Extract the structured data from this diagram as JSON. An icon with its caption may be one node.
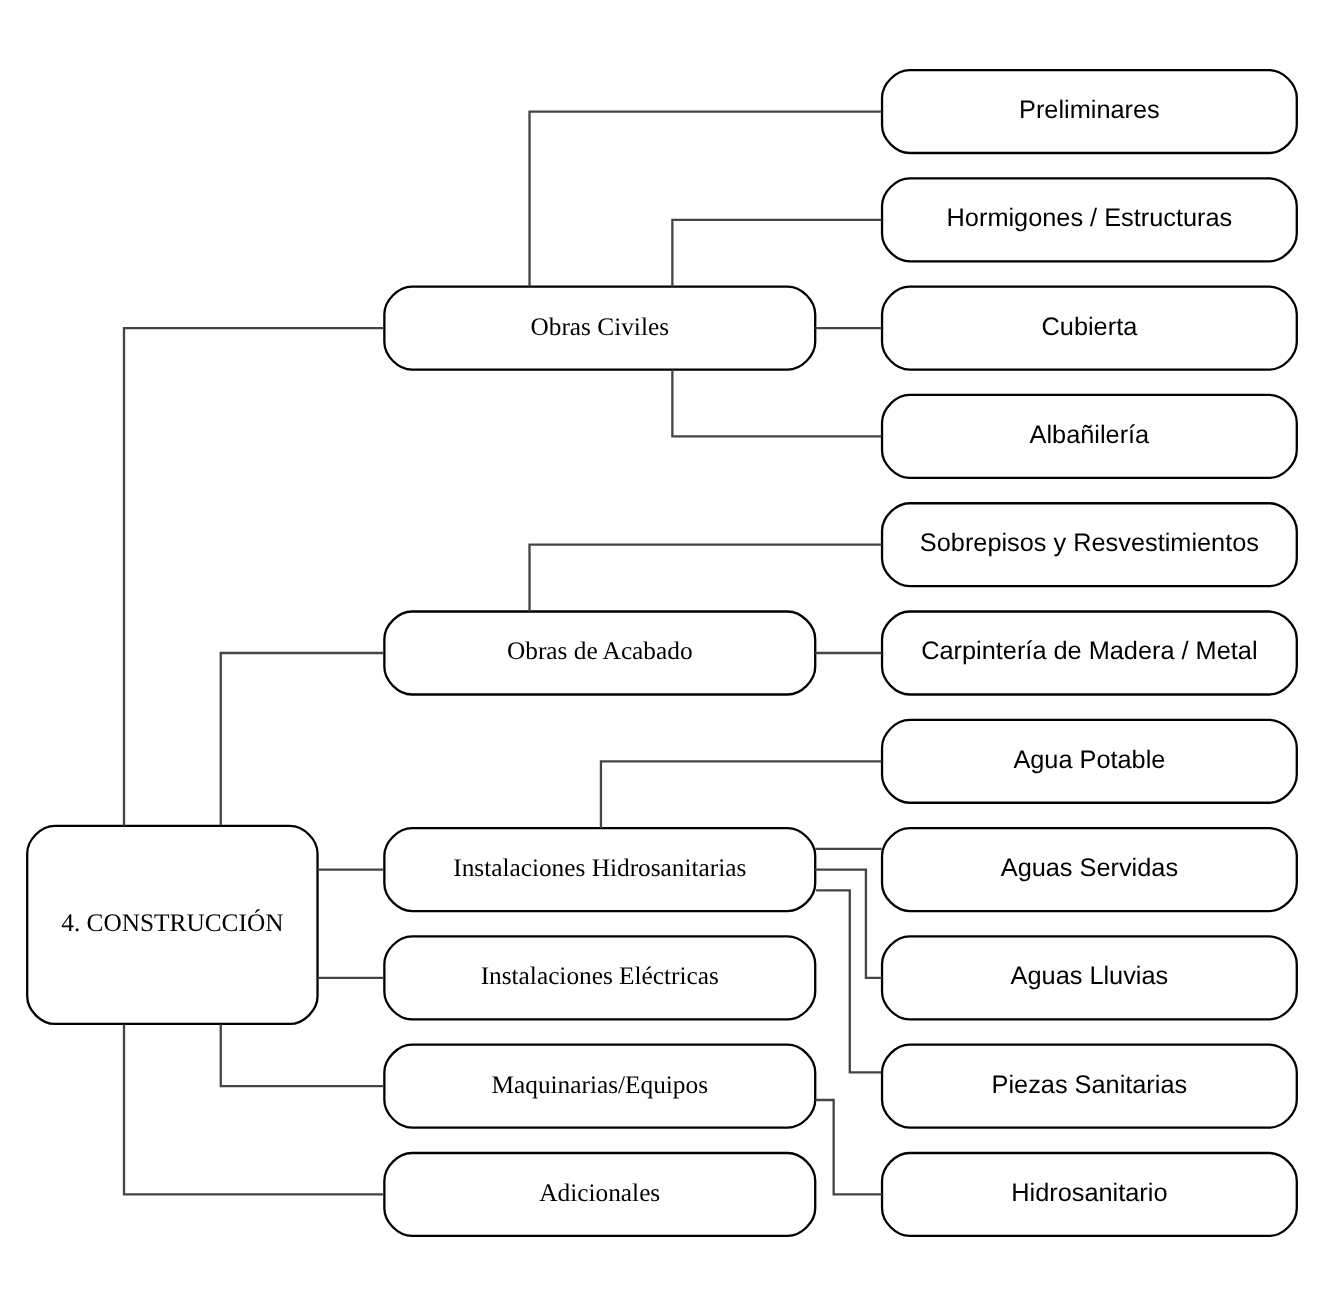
{
  "diagram": {
    "nodes": [
      {
        "text": [
          "4. CONSTRUCCIÓN"
        ]
      },
      {
        "text": [
          "Obras Civiles"
        ]
      },
      {
        "text": [
          "Preliminares"
        ]
      },
      {
        "text": [
          "Hormigones / Estructuras"
        ]
      },
      {
        "text": [
          "Cubierta"
        ]
      },
      {
        "text": [
          "Albañilería"
        ]
      },
      {
        "text": [
          "Obras de Acabado"
        ]
      },
      {
        "text": [
          "Sobrepisos y Resvestimientos"
        ]
      },
      {
        "text": [
          "Carpintería de Madera / Metal"
        ]
      },
      {
        "text": [
          "Instalaciones Hidrosanitarias"
        ]
      },
      {
        "text": [
          "Agua Potable"
        ]
      },
      {
        "text": [
          "Aguas Servidas"
        ]
      },
      {
        "text": [
          "Aguas Lluvias"
        ]
      },
      {
        "text": [
          "Piezas Sanitarias"
        ]
      },
      {
        "text": [
          "Instalaciones Eléctricas"
        ]
      },
      {
        "text": [
          "Maquinarias/Equipos"
        ]
      },
      {
        "text": [
          "Hidrosanitario"
        ]
      },
      {
        "text": [
          "Adicionales"
        ]
      }
    ],
    "edges": [
      {
        "from": 0,
        "to": 1,
        "arrow": "none"
      },
      {
        "from": 1,
        "to": 2,
        "arrow": "none"
      },
      {
        "from": 1,
        "to": 3,
        "arrow": "none"
      },
      {
        "from": 1,
        "to": 4,
        "arrow": "none"
      },
      {
        "from": 1,
        "to": 5,
        "arrow": "none"
      },
      {
        "from": 0,
        "to": 6,
        "arrow": "none"
      },
      {
        "from": 6,
        "to": 7,
        "arrow": "none"
      },
      {
        "from": 6,
        "to": 8,
        "arrow": "none"
      },
      {
        "from": 0,
        "to": 9,
        "arrow": "none"
      },
      {
        "from": 9,
        "to": 10,
        "arrow": "none"
      },
      {
        "from": 9,
        "to": 11,
        "arrow": "none"
      },
      {
        "from": 9,
        "to": 12,
        "arrow": "none"
      },
      {
        "from": 9,
        "to": 13,
        "arrow": "none"
      },
      {
        "from": 0,
        "to": 14,
        "arrow": "none"
      },
      {
        "from": 0,
        "to": 15,
        "arrow": "none"
      },
      {
        "from": 15,
        "to": 16,
        "arrow": "none"
      },
      {
        "from": 0,
        "to": 17,
        "arrow": "none"
      }
    ]
  }
}
